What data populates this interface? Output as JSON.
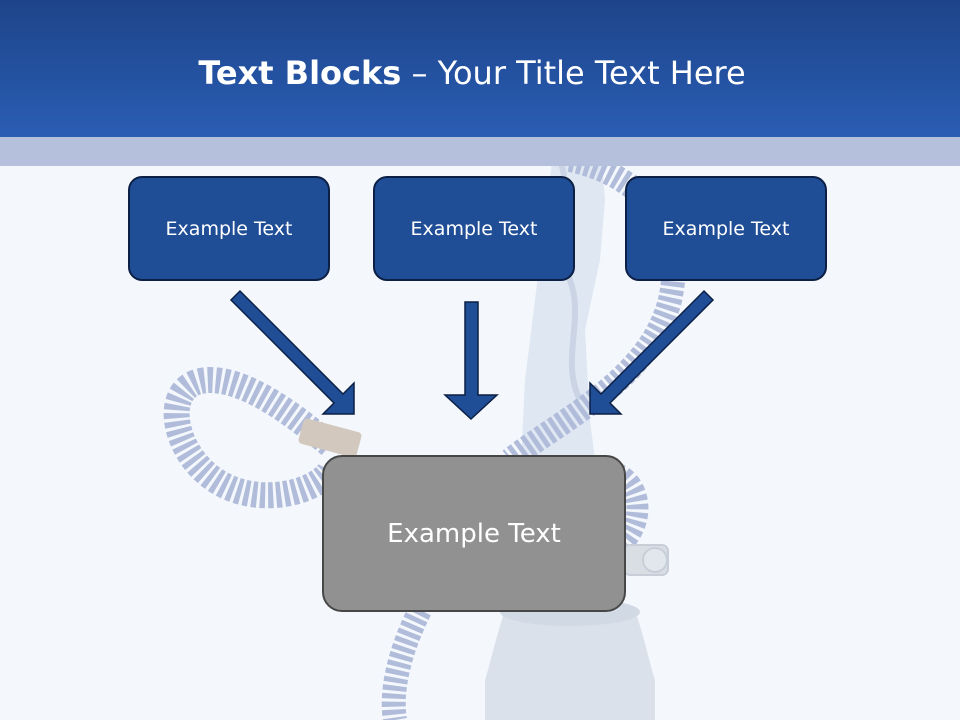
{
  "slide": {
    "title_bold": "Text Blocks",
    "title_rest": "– Your Title Text Here"
  },
  "blocks": {
    "left": "Example Text",
    "center": "Example Text",
    "right": "Example Text",
    "bottom": "Example Text"
  },
  "colors": {
    "header": "#2a5db4",
    "band": "#b4c0dc",
    "block_fill": "#1f4e97",
    "block_border": "#0c1f44",
    "bottom_fill": "#919191",
    "arrow_fill": "#1f4e97"
  },
  "icons": {
    "background": "hookah-hose-illustration",
    "arrows": "down-arrow-icon"
  }
}
